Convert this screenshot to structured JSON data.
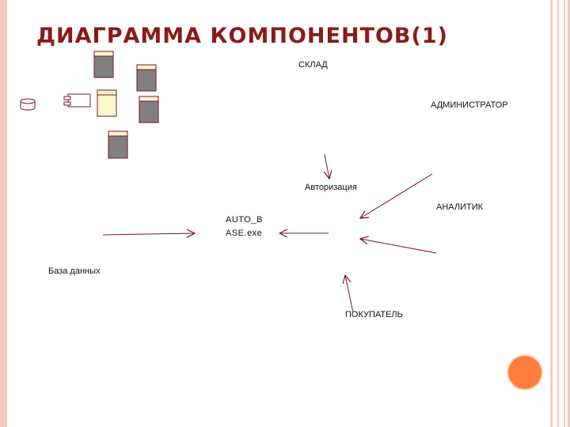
{
  "title": "ДИАГРАММА КОМПОНЕНТОВ(1)",
  "labels": {
    "sklad": "СКЛАД",
    "administrator": "АДМИНИСТРАТОР",
    "avtorizatsiya": "Авторизация",
    "analitik": "АНАЛИТИК",
    "exe_line1": "AUTO_B",
    "exe_line2": "ASE.exe",
    "baza": "База данных",
    "pokupatel": "ПОКУПАТЕЛЬ"
  },
  "colors": {
    "title": "#8b1a1a",
    "border": "#f6c9b8",
    "orb": "#ff7e3c",
    "arrow": "#7a1030",
    "component_fill": "#808080",
    "component_header": "#fff6cc"
  }
}
